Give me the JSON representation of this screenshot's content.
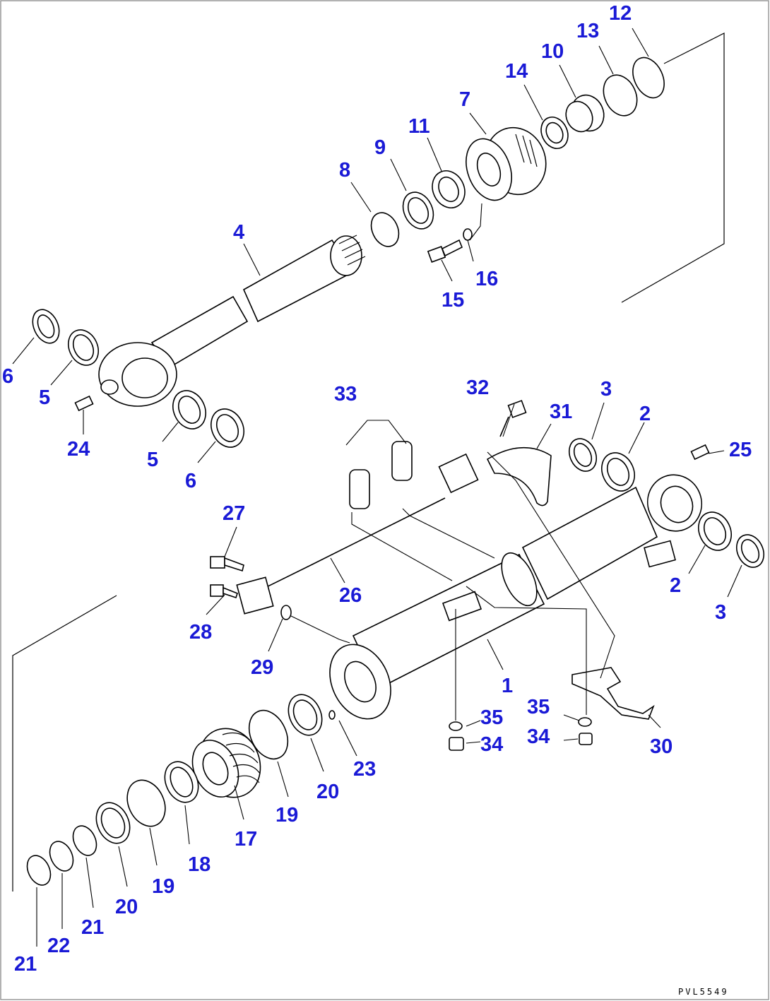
{
  "drawing_code": "PVL5549",
  "callouts": [
    "12",
    "13",
    "10",
    "14",
    "7",
    "11",
    "9",
    "8",
    "4",
    "16",
    "15",
    "6",
    "5",
    "24",
    "5",
    "6",
    "33",
    "32",
    "31",
    "3",
    "2",
    "25",
    "27",
    "26",
    "28",
    "2",
    "3",
    "29",
    "1",
    "35",
    "34",
    "35",
    "34",
    "30",
    "23",
    "20",
    "19",
    "17",
    "18",
    "19",
    "20",
    "21",
    "22",
    "21"
  ]
}
